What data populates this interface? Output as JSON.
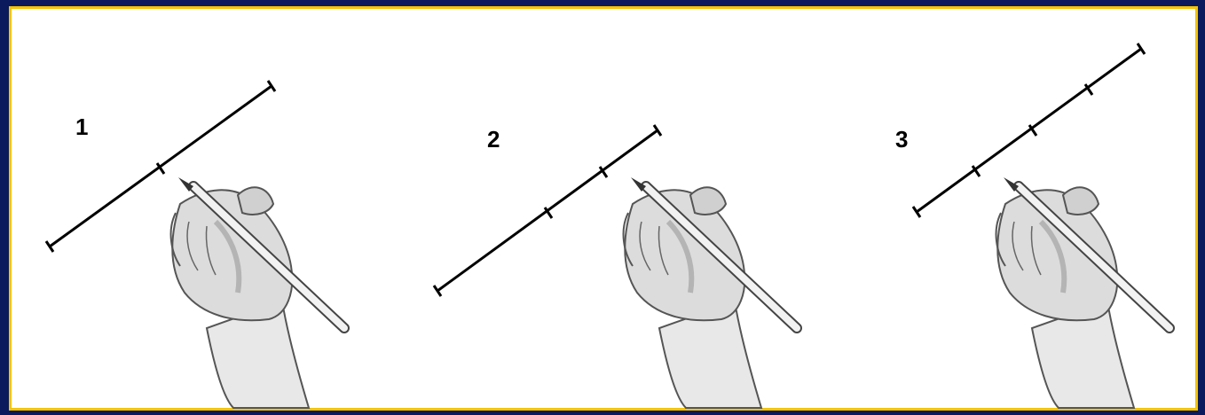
{
  "figure": {
    "colors": {
      "background": "#0a1a5c",
      "frame_border": "#f5c400",
      "canvas": "#ffffff",
      "line": "#000000",
      "sketch": "#555555"
    },
    "panels": [
      {
        "label": "1",
        "divisions": 2
      },
      {
        "label": "2",
        "divisions": 3
      },
      {
        "label": "3",
        "divisions": 4
      }
    ]
  }
}
